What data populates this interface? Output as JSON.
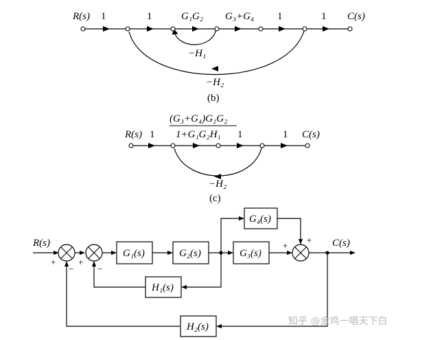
{
  "panel_b": {
    "input": "R(s)",
    "output": "C(s)",
    "gain_1": "1",
    "gain_2": "1",
    "gain_g1g2": "G₁G₂",
    "gain_g3g4": "G₃+G₄",
    "gain_3": "1",
    "gain_4": "1",
    "inner_feedback": "−H₁",
    "outer_feedback": "−H₂",
    "caption": "(b)"
  },
  "panel_c": {
    "input": "R(s)",
    "output": "C(s)",
    "gain_1": "1",
    "fraction_numerator": "(G₃+G₄)G₁G₂",
    "fraction_denominator": "1+G₁G₂H₁",
    "gain_2": "1",
    "gain_3": "1",
    "feedback": "−H₂",
    "caption": "(c)"
  },
  "block_diagram": {
    "input": "R(s)",
    "output": "C(s)",
    "blocks": {
      "g1": "G₁(s)",
      "g2": "G₂(s)",
      "g3": "G₃(s)",
      "g4": "G₄(s)",
      "h1": "H₁(s)",
      "h2": "H₂(s)"
    },
    "signs": {
      "sum1_plus": "+",
      "sum1_minus": "−",
      "sum2_plus": "+",
      "sum2_minus": "−",
      "sum3_left_plus": "+",
      "sum3_top_plus": "+"
    }
  },
  "watermark": "知乎 @金鸡一唱天下白"
}
